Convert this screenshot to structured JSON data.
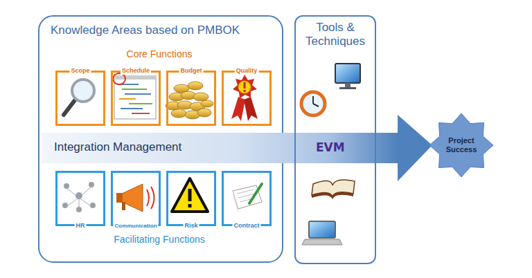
{
  "diagram": {
    "nodes": [
      {
        "text": [
          "Knowledge Areas based on PMBOK"
        ]
      },
      {
        "text": [
          "Scope"
        ],
        "in": 0
      },
      {
        "text": [
          "Schedule"
        ],
        "in": 0
      },
      {
        "text": [
          "Budget"
        ],
        "in": 0
      },
      {
        "text": [
          "Quality"
        ],
        "in": 0
      },
      {
        "text": [
          "Integration Management",
          "EVM"
        ]
      },
      {
        "text": [
          "HR"
        ],
        "in": 0
      },
      {
        "text": [
          "Communication"
        ],
        "in": 0
      },
      {
        "text": [
          "Risk"
        ],
        "in": 0
      },
      {
        "text": [
          "Contract"
        ],
        "in": 0
      },
      {
        "text": [
          "Tools & Techniques"
        ]
      },
      {
        "text": [
          "Project Success"
        ]
      }
    ],
    "edges": [
      {
        "from": 5,
        "to": 11,
        "arrow": "to"
      }
    ],
    "labels": [
      "Core Functions",
      "Facilitating Functions"
    ]
  }
}
